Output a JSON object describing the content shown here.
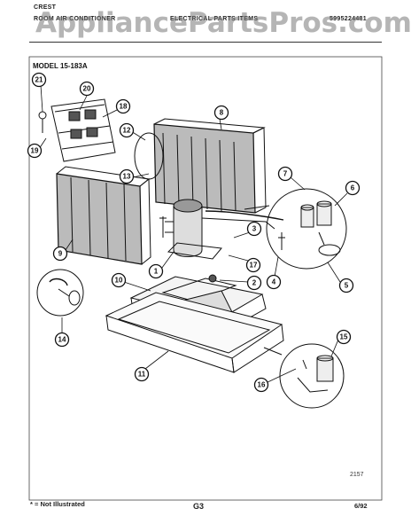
{
  "header": {
    "brand": "CREST",
    "subtitle": "ROOM AIR CONDITIONER",
    "section": "ELECTRICAL PARTS ITEMS",
    "part_number": "5995224481"
  },
  "watermark": "AppliancePartsPros.com",
  "model_label": "MODEL 15-183A",
  "drawing_code": "2157",
  "footer": {
    "legend": "* = Not Illustrated",
    "page": "G3",
    "date": "6/92"
  },
  "callouts": [
    {
      "label": "21"
    },
    {
      "label": "20"
    },
    {
      "label": "18"
    },
    {
      "label": "19"
    },
    {
      "label": "12"
    },
    {
      "label": "8"
    },
    {
      "label": "13"
    },
    {
      "label": "7"
    },
    {
      "label": "6"
    },
    {
      "label": "9"
    },
    {
      "label": "3"
    },
    {
      "label": "1"
    },
    {
      "label": "17"
    },
    {
      "label": "2"
    },
    {
      "label": "4"
    },
    {
      "label": "5"
    },
    {
      "label": "10"
    },
    {
      "label": "14"
    },
    {
      "label": "15"
    },
    {
      "label": "11"
    },
    {
      "label": "16"
    }
  ]
}
